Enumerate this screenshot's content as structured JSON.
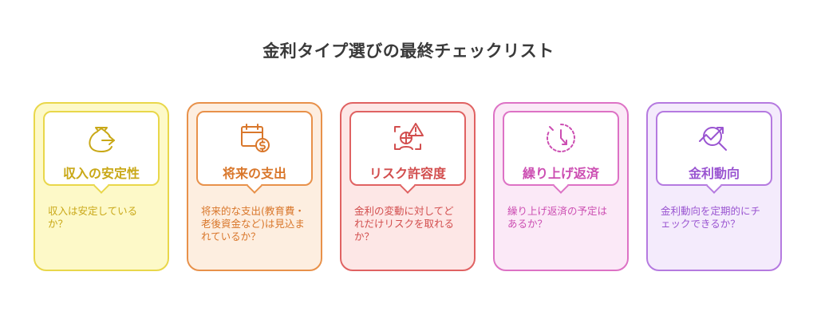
{
  "title": "金利タイプ選びの最終チェックリスト",
  "cards": [
    {
      "label": "収入の安定性",
      "desc": "収入は安定しているか？",
      "icon": "money-bag-icon",
      "border": "#e9d74a",
      "bg": "#fdf9c8",
      "text": "#c9a817"
    },
    {
      "label": "将来の支出",
      "desc": "将来的な支出(教育費・老後資金など)は見込まれているか？",
      "icon": "calendar-dollar-icon",
      "border": "#e8914a",
      "bg": "#fdeee0",
      "text": "#d9772b"
    },
    {
      "label": "リスク許容度",
      "desc": "金利の変動に対してどれだけリスクを取れるか？",
      "icon": "risk-warning-icon",
      "border": "#e06262",
      "bg": "#fde7e6",
      "text": "#d24e4e"
    },
    {
      "label": "繰り上げ返済",
      "desc": "繰り上げ返済の予定はあるか？",
      "icon": "clock-arrow-icon",
      "border": "#dd72c5",
      "bg": "#fbe9f7",
      "text": "#cc4eb2"
    },
    {
      "label": "金利動向",
      "desc": "金利動向を定期的にチェックできるか？",
      "icon": "trend-magnifier-icon",
      "border": "#b57ae0",
      "bg": "#f4ebfc",
      "text": "#9a55d1"
    }
  ]
}
